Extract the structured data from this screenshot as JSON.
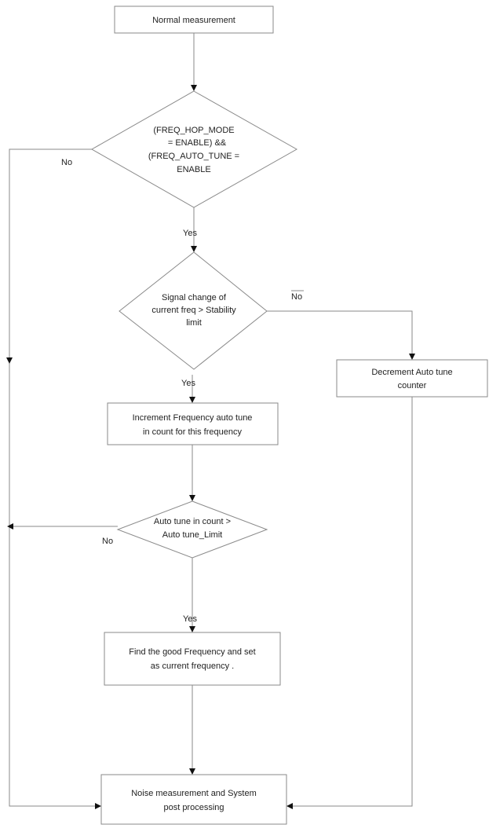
{
  "nodes": {
    "normal_measurement": {
      "lines": [
        "Normal measurement"
      ]
    },
    "freq_mode_check": {
      "lines": [
        "(FREQ_HOP_MODE",
        "= ENABLE)    &&",
        "(FREQ_AUTO_TUNE =",
        "ENABLE"
      ]
    },
    "signal_change_check": {
      "lines": [
        "Signal change of",
        "current freq >   Stability",
        "limit"
      ]
    },
    "decrement_counter": {
      "lines": [
        "Decrement Auto tune",
        "counter"
      ]
    },
    "increment_count": {
      "lines": [
        "Increment Frequency auto tune",
        "in count for this frequency"
      ]
    },
    "auto_tune_limit_check": {
      "lines": [
        "Auto tune in count  >",
        "Auto tune_Limit"
      ]
    },
    "find_good_frequency": {
      "lines": [
        "Find the good Frequency and set",
        "as current frequency ."
      ]
    },
    "noise_measurement": {
      "lines": [
        "Noise measurement and System",
        "post processing"
      ]
    }
  },
  "edges": {
    "mode_no": "No",
    "mode_yes": "Yes",
    "signal_no": "No",
    "signal_yes": "Yes",
    "limit_no": "No",
    "limit_yes": "Yes"
  }
}
